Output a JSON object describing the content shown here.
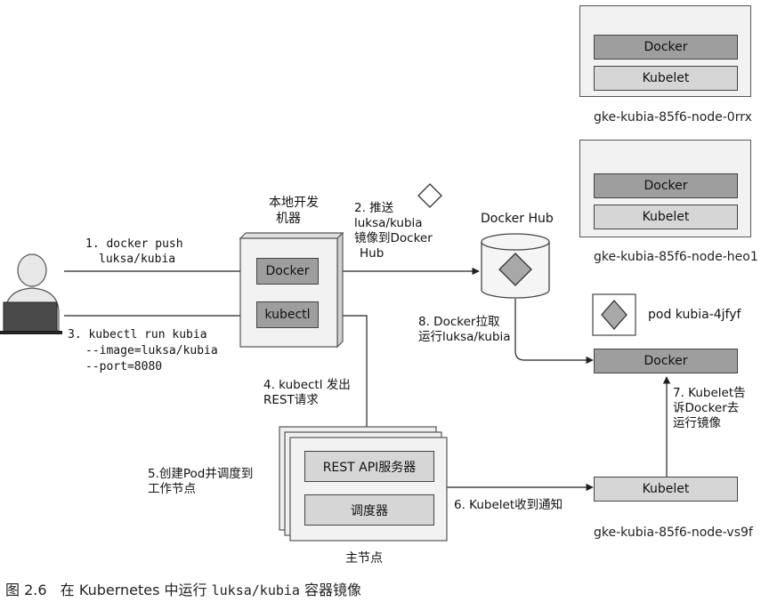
{
  "nodes": [
    {
      "name": "gke-kubia-85f6-node-0rrx",
      "bars": [
        "Docker",
        "Kubelet"
      ]
    },
    {
      "name": "gke-kubia-85f6-node-heo1",
      "bars": [
        "Docker",
        "Kubelet"
      ]
    },
    {
      "name": "gke-kubia-85f6-node-vs9f",
      "pod": "pod kubia-4jfyf",
      "bars": [
        "Docker",
        "Kubelet"
      ]
    }
  ],
  "local_machine": {
    "title_line1": "本地开发",
    "title_line2": "机器",
    "docker": "Docker",
    "kubectl": "kubectl"
  },
  "master": {
    "api": "REST API服务器",
    "scheduler": "调度器",
    "label": "主节点"
  },
  "docker_hub": {
    "label": "Docker Hub"
  },
  "steps": {
    "s1_l1": "1. docker push",
    "s1_l2": "luksa/kubia",
    "s2_l1": "2. 推送",
    "s2_l2": "luksa/kubia",
    "s2_l3": "镜像到Docker",
    "s2_l4": "Hub",
    "s3_l1": "3. kubectl run kubia",
    "s3_l2": "--image=luksa/kubia",
    "s3_l3": "--port=8080",
    "s4_l1": "4. kubectl 发出",
    "s4_l2": "REST请求",
    "s5_l1": "5.创建Pod并调度到",
    "s5_l2": "工作节点",
    "s6": "6. Kubelet收到通知",
    "s7_l1": "7. Kubelet告",
    "s7_l2": "诉Docker去",
    "s7_l3": "运行镜像",
    "s8_l1": "8. Docker拉取",
    "s8_l2": "运行luksa/kubia"
  },
  "caption": {
    "prefix": "图 2.6   在 Kubernetes 中运行 ",
    "code": "luksa/kubia",
    "suffix": " 容器镜像"
  }
}
